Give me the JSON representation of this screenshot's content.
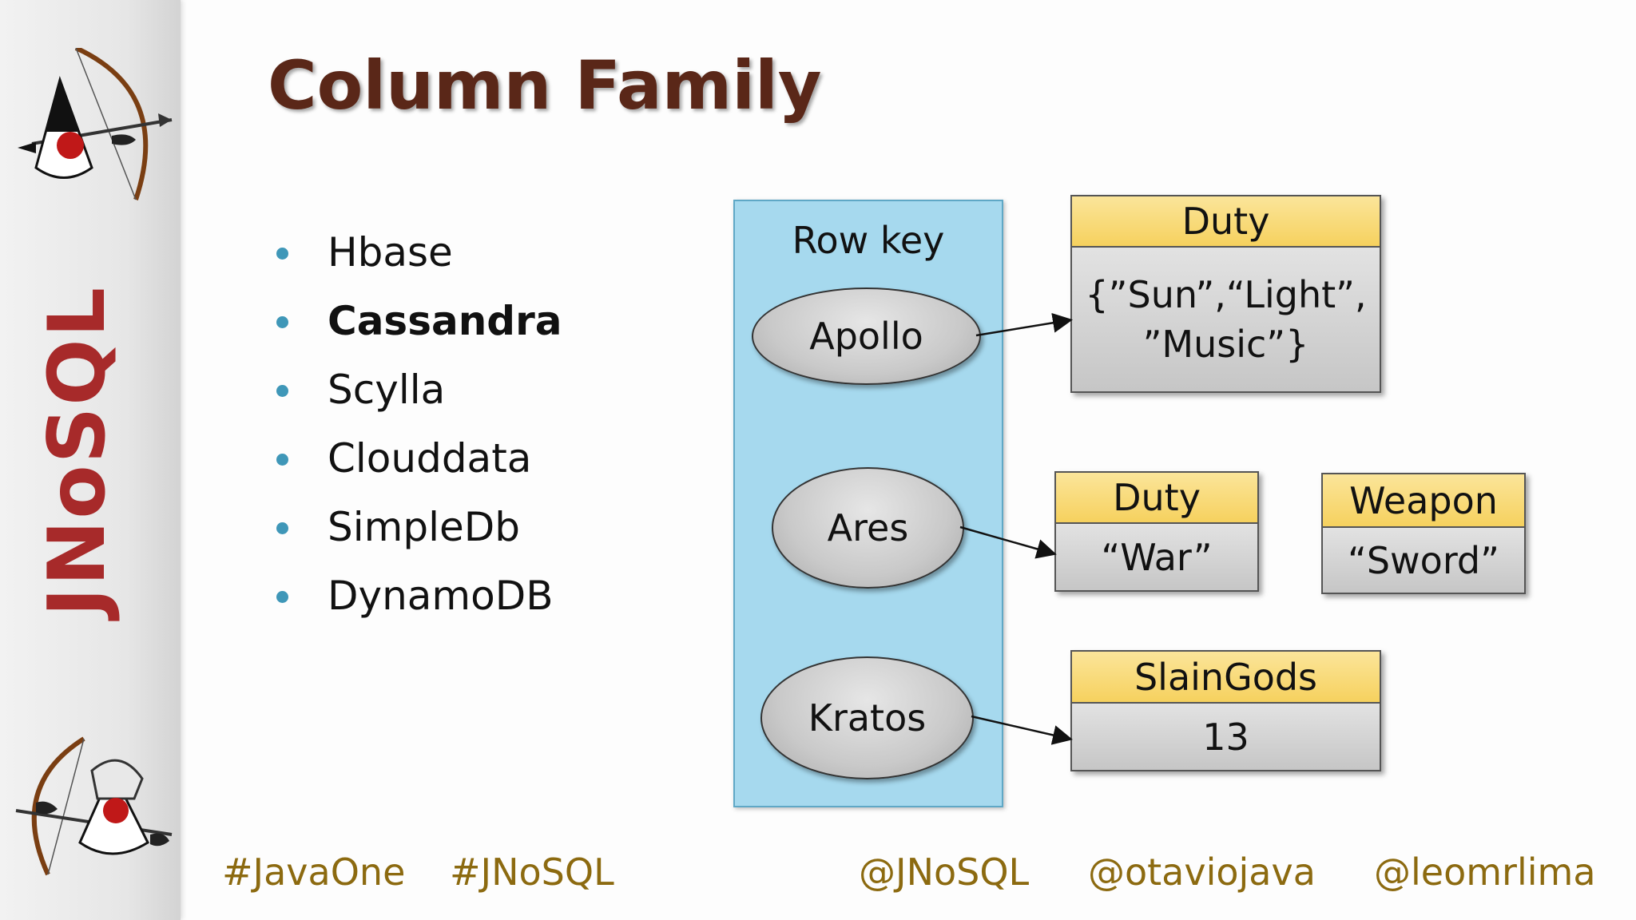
{
  "slide": {
    "title": "Column Family",
    "brand": "JNoSQL"
  },
  "databases": [
    {
      "name": "Hbase",
      "bold": false
    },
    {
      "name": "Cassandra",
      "bold": true
    },
    {
      "name": "Scylla",
      "bold": false
    },
    {
      "name": "Clouddata",
      "bold": false
    },
    {
      "name": "SimpleDb",
      "bold": false
    },
    {
      "name": "DynamoDB",
      "bold": false
    }
  ],
  "diagram": {
    "row_key_label": "Row key",
    "rows": [
      {
        "key": "Apollo",
        "columns": [
          {
            "name": "Duty",
            "value": "{”Sun”,“Light”,\n”Music”}"
          }
        ]
      },
      {
        "key": "Ares",
        "columns": [
          {
            "name": "Duty",
            "value": "“War”"
          },
          {
            "name": "Weapon",
            "value": "“Sword”"
          }
        ]
      },
      {
        "key": "Kratos",
        "columns": [
          {
            "name": "SlainGods",
            "value": "13"
          }
        ]
      }
    ]
  },
  "footer": {
    "hashtags": [
      "#JavaOne",
      "#JNoSQL"
    ],
    "handles": [
      "@JNoSQL",
      "@otaviojava",
      "@leomrlima"
    ]
  },
  "colors": {
    "title": "#5a2718",
    "brand": "#a72a2a",
    "bullet": "#3f97b8",
    "rowkey_panel": "#a6d9ee",
    "column_header": "#f6d15e",
    "column_value": "#c6c6c6",
    "footer_text": "#8c6a10"
  },
  "icons": {
    "mascot_top": "duke-archer-icon",
    "mascot_bottom": "duke-helmet-archer-icon"
  }
}
